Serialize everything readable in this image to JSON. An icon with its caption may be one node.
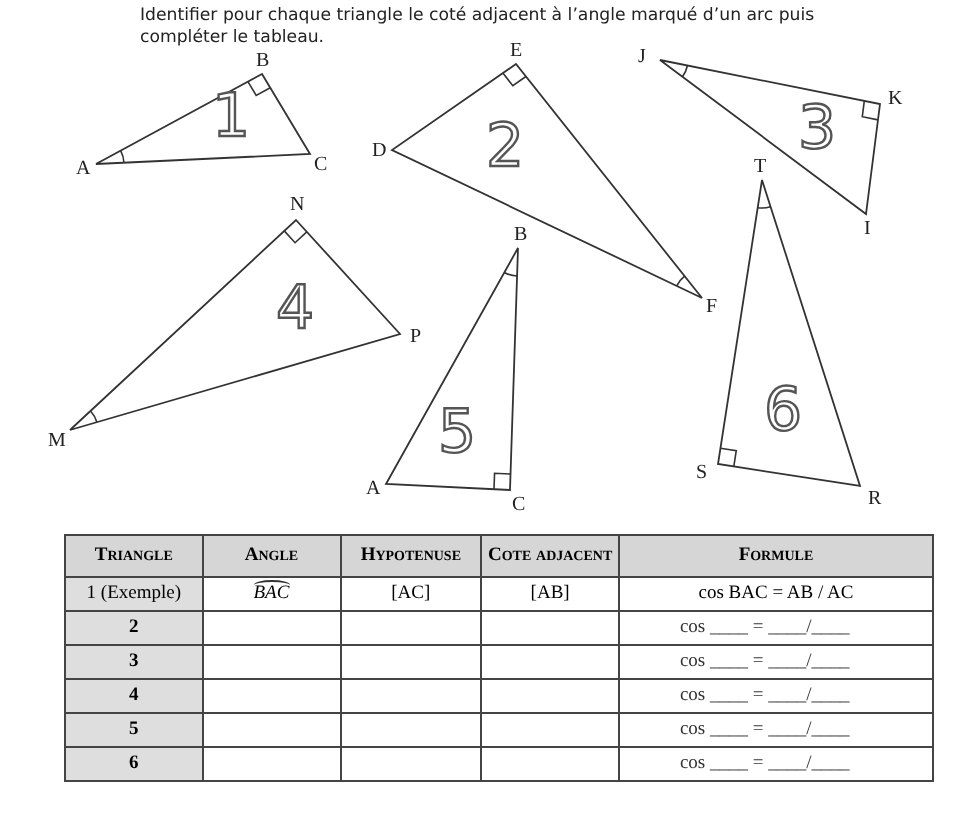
{
  "diagram": {
    "nodes": [
      {
        "text": [
          "1"
        ]
      },
      {
        "text": [
          "2"
        ]
      },
      {
        "text": [
          "3"
        ]
      },
      {
        "text": [
          "4"
        ]
      },
      {
        "text": [
          "5"
        ]
      },
      {
        "text": [
          "6"
        ]
      }
    ],
    "labels": [
      "Identifier pour chaque triangle le coté adjacent à l’angle marqué d’un arc puis compléter le tableau.",
      "B",
      "A",
      "C",
      "E",
      "D",
      "F",
      "J",
      "K",
      "I",
      "N",
      "P",
      "M",
      "B",
      "A",
      "C",
      "T",
      "S",
      "R",
      "Triangle",
      "Angle",
      "Hypotenuse",
      "Cote adjacent",
      "Formule",
      "1 (Exemple)",
      "BAC",
      "[AC]",
      "[AB]",
      "cos BAC = AB / AC",
      "2",
      "cos ____ = ____/____",
      "3",
      "cos ____ = ____/____",
      "4",
      "cos ____ = ____/____",
      "5",
      "cos ____ = ____/____",
      "6",
      "cos ____ = ____/____"
    ]
  }
}
